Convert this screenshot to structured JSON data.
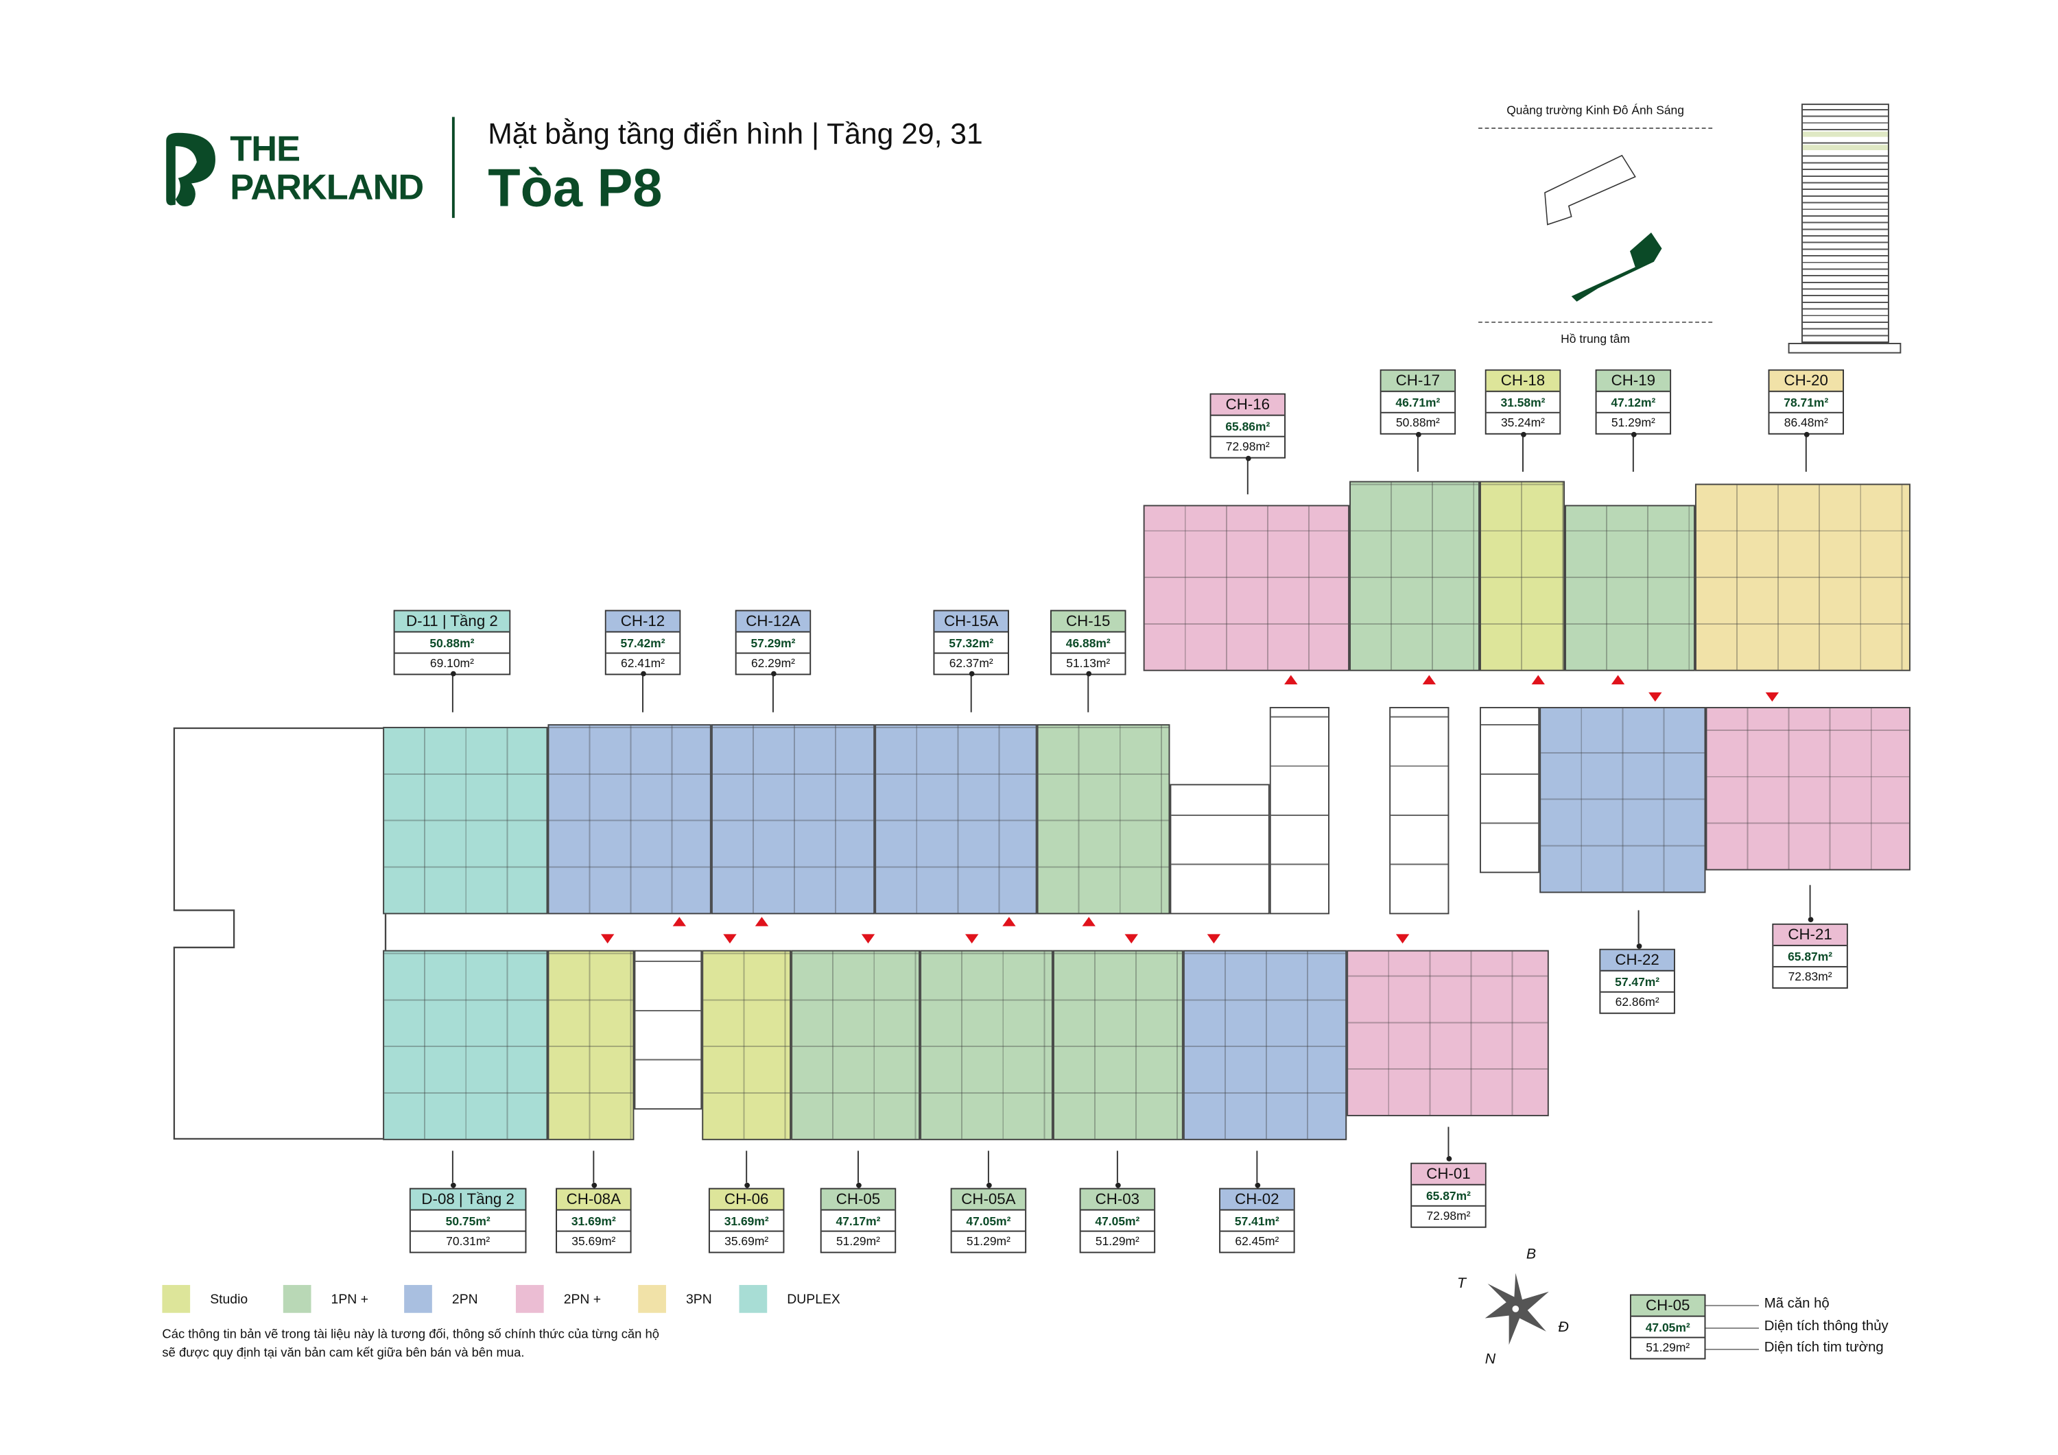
{
  "brand": {
    "line1": "THE",
    "line2": "PARKLAND",
    "color": "#0b4a27"
  },
  "header": {
    "subtitle": "Mặt bằng tầng điển hình | Tầng 29, 31",
    "title": "Tòa P8"
  },
  "site_map": {
    "top_label": "Quảng trường Kinh Đô Ánh Sáng",
    "bottom_label": "Hồ trung tâm"
  },
  "colors": {
    "Studio": "#dde59a",
    "1PN+": "#b9d8b6",
    "2PN": "#a9bfe0",
    "2PN+": "#ebbdd3",
    "3PN": "#f1e2a8",
    "DUPLEX": "#a8ddd5",
    "alert": "#e0121b"
  },
  "legend": [
    {
      "type": "Studio",
      "label": "Studio"
    },
    {
      "type": "1PN+",
      "label": "1PN +"
    },
    {
      "type": "2PN",
      "label": "2PN"
    },
    {
      "type": "2PN+",
      "label": "2PN +"
    },
    {
      "type": "3PN",
      "label": "3PN"
    },
    {
      "type": "DUPLEX",
      "label": "DUPLEX"
    }
  ],
  "disclaimer": {
    "line1": "Các thông tin bản vẽ trong tài liệu này là tương đối, thông số chính thức của từng căn hộ",
    "line2": "sẽ được quy định tại văn bản cam kết giữa bên bán và bên mua."
  },
  "units": [
    {
      "id": "D-11",
      "name": "D-11 | Tầng 2",
      "type": "DUPLEX",
      "net": "50.88m²",
      "gross": "69.10m²"
    },
    {
      "id": "CH-12",
      "name": "CH-12",
      "type": "2PN",
      "net": "57.42m²",
      "gross": "62.41m²"
    },
    {
      "id": "CH-12A",
      "name": "CH-12A",
      "type": "2PN",
      "net": "57.29m²",
      "gross": "62.29m²"
    },
    {
      "id": "CH-15A",
      "name": "CH-15A",
      "type": "2PN",
      "net": "57.32m²",
      "gross": "62.37m²"
    },
    {
      "id": "CH-15",
      "name": "CH-15",
      "type": "1PN+",
      "net": "46.88m²",
      "gross": "51.13m²"
    },
    {
      "id": "CH-16",
      "name": "CH-16",
      "type": "2PN+",
      "net": "65.86m²",
      "gross": "72.98m²"
    },
    {
      "id": "CH-17",
      "name": "CH-17",
      "type": "1PN+",
      "net": "46.71m²",
      "gross": "50.88m²"
    },
    {
      "id": "CH-18",
      "name": "CH-18",
      "type": "Studio",
      "net": "31.58m²",
      "gross": "35.24m²"
    },
    {
      "id": "CH-19",
      "name": "CH-19",
      "type": "1PN+",
      "net": "47.12m²",
      "gross": "51.29m²"
    },
    {
      "id": "CH-20",
      "name": "CH-20",
      "type": "3PN",
      "net": "78.71m²",
      "gross": "86.48m²"
    },
    {
      "id": "CH-21",
      "name": "CH-21",
      "type": "2PN+",
      "net": "65.87m²",
      "gross": "72.83m²"
    },
    {
      "id": "CH-22",
      "name": "CH-22",
      "type": "2PN",
      "net": "57.47m²",
      "gross": "62.86m²"
    },
    {
      "id": "CH-01",
      "name": "CH-01",
      "type": "2PN+",
      "net": "65.87m²",
      "gross": "72.98m²"
    },
    {
      "id": "CH-02",
      "name": "CH-02",
      "type": "2PN",
      "net": "57.41m²",
      "gross": "62.45m²"
    },
    {
      "id": "CH-03",
      "name": "CH-03",
      "type": "1PN+",
      "net": "47.05m²",
      "gross": "51.29m²"
    },
    {
      "id": "CH-05A",
      "name": "CH-05A",
      "type": "1PN+",
      "net": "47.05m²",
      "gross": "51.29m²"
    },
    {
      "id": "CH-05",
      "name": "CH-05",
      "type": "1PN+",
      "net": "47.17m²",
      "gross": "51.29m²"
    },
    {
      "id": "CH-06",
      "name": "CH-06",
      "type": "Studio",
      "net": "31.69m²",
      "gross": "35.69m²"
    },
    {
      "id": "CH-08A",
      "name": "CH-08A",
      "type": "Studio",
      "net": "31.69m²",
      "gross": "35.69m²"
    },
    {
      "id": "D-08",
      "name": "D-08 | Tầng 2",
      "type": "DUPLEX",
      "net": "50.75m²",
      "gross": "70.31m²"
    }
  ],
  "key_sample": {
    "name": "CH-05",
    "type": "1PN+",
    "net": "47.05m²",
    "gross": "51.29m²",
    "name_desc": "Mã căn hộ",
    "net_desc": "Diện tích thông thủy",
    "gross_desc": "Diện tích tim tường"
  },
  "compass": {
    "t": "T",
    "b": "B",
    "d": "Đ",
    "n": "N"
  }
}
